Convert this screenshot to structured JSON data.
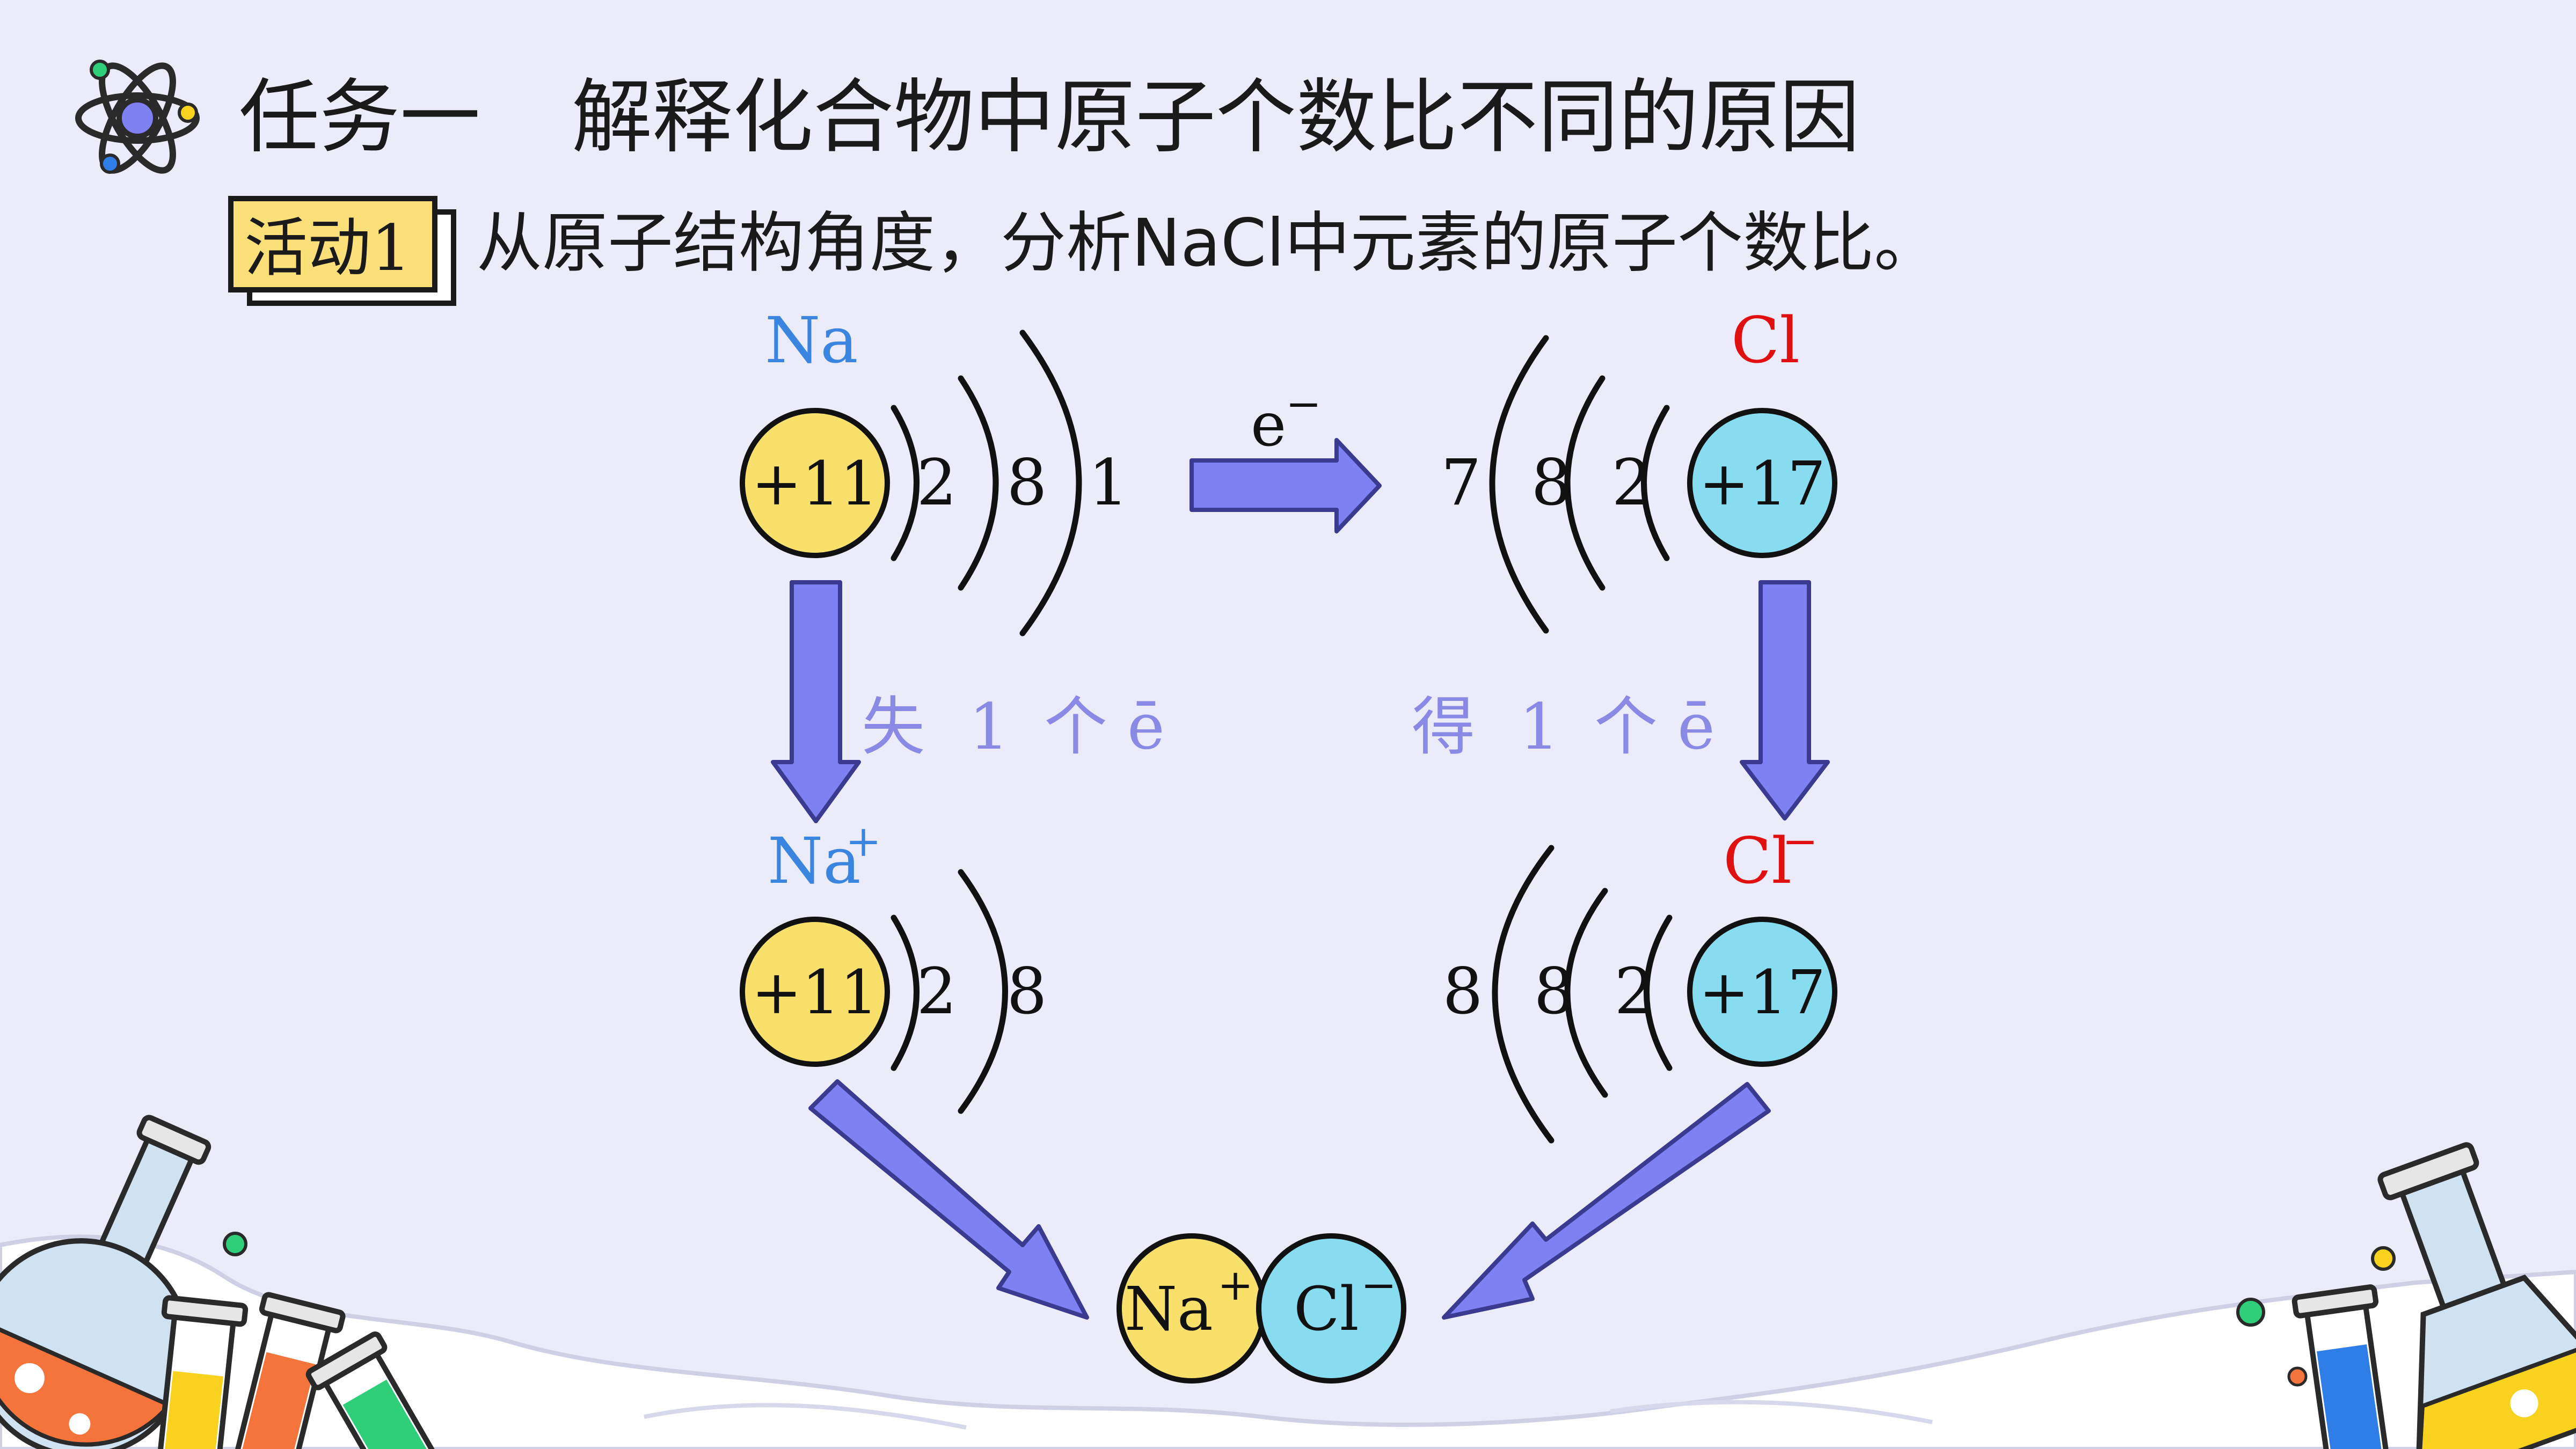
{
  "header": {
    "title_task": "任务一",
    "title_text": "解释化合物中原子个数比不同的原因"
  },
  "activity": {
    "badge": "活动1",
    "prompt": "从原子结构角度，分析NaCl中元素的原子个数比。"
  },
  "atoms": {
    "na": {
      "label": "Na",
      "nucleus": "+11",
      "shells": [
        "2",
        "8",
        "1"
      ]
    },
    "cl": {
      "label": "Cl",
      "nucleus": "+17",
      "shells": [
        "7",
        "8",
        "2"
      ]
    }
  },
  "ions": {
    "na_ion": {
      "label": "Na",
      "charge": "+",
      "nucleus": "+11",
      "shells": [
        "2",
        "8"
      ]
    },
    "cl_ion": {
      "label": "Cl",
      "charge": "−",
      "nucleus": "+17",
      "shells": [
        "8",
        "8",
        "2"
      ]
    }
  },
  "transfer": {
    "electron": "e",
    "charge": "−"
  },
  "process": {
    "lose": {
      "verb": "失",
      "count": "1",
      "unit": "个",
      "particle": "ē"
    },
    "gain": {
      "verb": "得",
      "count": "1",
      "unit": "个",
      "particle": "ē"
    }
  },
  "product": {
    "na": {
      "label": "Na",
      "charge": "+"
    },
    "cl": {
      "label": "Cl",
      "charge": "−"
    }
  },
  "colors": {
    "background": "#ebebfa",
    "sodium": "#f9e06a",
    "chlorine": "#88dcf0",
    "arrow": "#7f80f2",
    "na_label": "#3a85e0",
    "cl_label": "#e01010",
    "process_text": "#8a8ae6"
  },
  "icons": [
    "atom-icon",
    "chemistry-flask-icon",
    "test-tube-icon"
  ]
}
